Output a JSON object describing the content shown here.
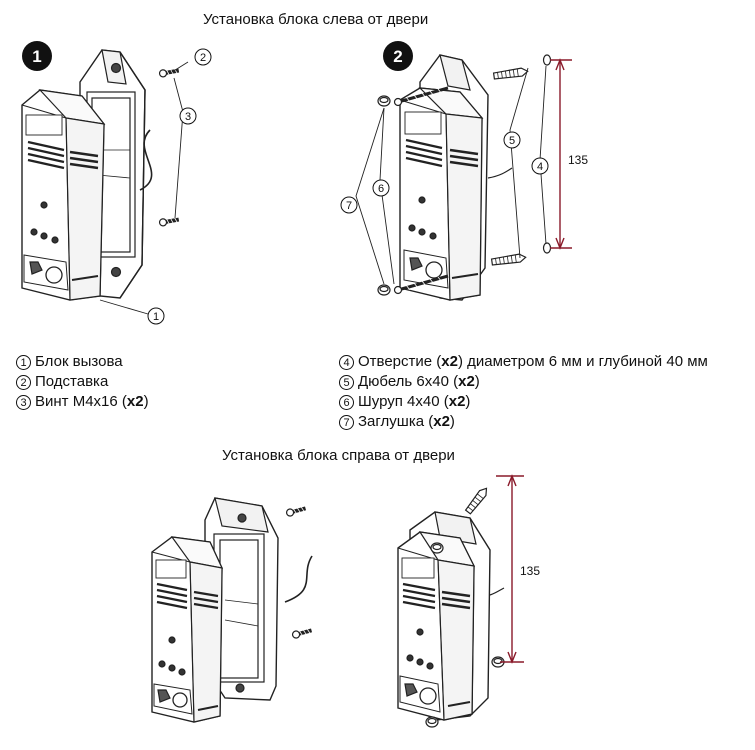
{
  "titles": {
    "left": "Установка блока слева от двери",
    "right": "Установка блока справа от двери"
  },
  "steps": [
    "1",
    "2"
  ],
  "callouts": [
    "1",
    "2",
    "3",
    "4",
    "5",
    "6",
    "7"
  ],
  "dimension": "135",
  "legend_left": [
    {
      "num": "1",
      "text": "Блок вызова",
      "bold": "",
      "after": ""
    },
    {
      "num": "2",
      "text": "Подставка",
      "bold": "",
      "after": ""
    },
    {
      "num": "3",
      "text": "Винт М4х16 (",
      "bold": "x2",
      "after": ")"
    }
  ],
  "legend_right": [
    {
      "num": "4",
      "text": "Отверстие (",
      "bold": "x2",
      "after": ") диаметром 6 мм и глубиной 40 мм"
    },
    {
      "num": "5",
      "text": "Дюбель 6х40 (",
      "bold": "x2",
      "after": ")"
    },
    {
      "num": "6",
      "text": "Шуруп 4х40 (",
      "bold": "x2",
      "after": ")"
    },
    {
      "num": "7",
      "text": "Заглушка (",
      "bold": "x2",
      "after": ")"
    }
  ]
}
